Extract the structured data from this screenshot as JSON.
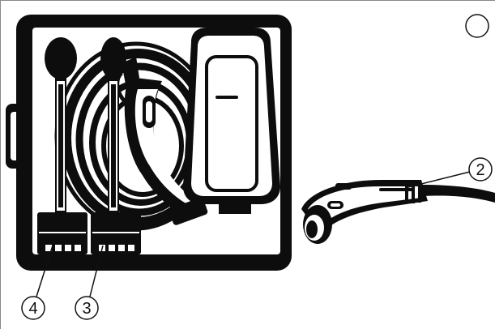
{
  "callouts": [
    {
      "id": "callout-1",
      "label": ""
    },
    {
      "id": "callout-2",
      "label": "2"
    },
    {
      "id": "callout-3",
      "label": "3"
    },
    {
      "id": "callout-4",
      "label": "4"
    }
  ],
  "colors": {
    "ink": "#111111",
    "case_fill": "#0d0d0d",
    "inner_panel": "#ffffff",
    "accent_gray": "#bdbdbd"
  },
  "icons": [
    "charging-case-icon",
    "wallbox-unit-icon",
    "cable-coil-icon",
    "connector-plug-icon",
    "adapter-plug-icon",
    "charging-cable-plug-icon"
  ]
}
